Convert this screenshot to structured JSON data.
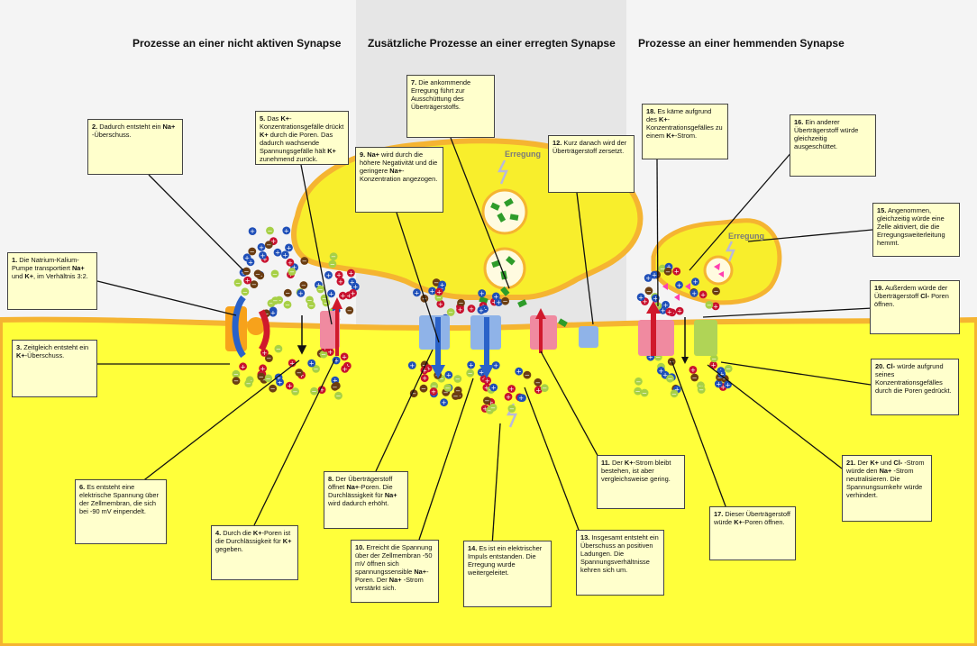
{
  "headings": {
    "inactive": "Prozesse an einer nicht aktiven Synapse",
    "excited": "Zusätzliche Prozesse an einer erregten Synapse",
    "inhibitory": "Prozesse an einer hemmenden Synapse"
  },
  "labels": {
    "erregung_main": "Erregung",
    "erregung_small": "Erregung"
  },
  "colors": {
    "yellow": "#f7ee2a",
    "cytoplasm": "#ffff44",
    "orange_border": "#f5b431",
    "cleft": "#e9e9e9",
    "potassium_channel": "#f08aa0",
    "sodium_channel": "#8fb3e8",
    "pump": "#f7a21b",
    "arrow_red": "#d0192c",
    "arrow_blue": "#2a62c9",
    "transmitter": "#2e9c2a",
    "transmitter_inhibitory": "#ff3fb0",
    "ion_plus_red": "#c8102e",
    "ion_plus_blue": "#1f4fb8",
    "ion_minus": "#a7d046",
    "ion_minus_brown": "#6b3d12"
  },
  "notes": [
    {
      "id": "n1",
      "num": "1.",
      "text": "Die Natrium-Kalium-Pumpe transportiert ",
      "b1": "Na+",
      "t2": " und ",
      "b2": "K+",
      "t3": ", im Verhältnis 3:2."
    },
    {
      "id": "n2",
      "num": "2.",
      "text": "Dadurch entsteht ein ",
      "b1": "Na+",
      "t2": " -Überschuss."
    },
    {
      "id": "n3",
      "num": "3.",
      "text": "Zeitgleich entsteht ein ",
      "b1": "K+",
      "t2": "-Überschuss."
    },
    {
      "id": "n4",
      "num": "4.",
      "text": "Durch die ",
      "b1": "K+",
      "t2": "-Poren ist die Durchlässigkeit für ",
      "b2": "K+",
      "t3": " gegeben."
    },
    {
      "id": "n5",
      "num": "5.",
      "text": "Das ",
      "b1": "K+",
      "t2": "-Konzentrationsgefälle drückt ",
      "b2": "K+",
      "t3": " durch die Poren. Das dadurch wachsende Spannungsgefälle hält ",
      "b3": "K+",
      "t4": " zunehmend zurück."
    },
    {
      "id": "n6",
      "num": "6.",
      "text": "Es entsteht eine elektrische Spannung über der Zellmembran, die sich bei -90 mV einpendelt."
    },
    {
      "id": "n7",
      "num": "7.",
      "text": "Die ankommende Erregung führt zur Ausschüttung des Überträgerstoffs."
    },
    {
      "id": "n8",
      "num": "8.",
      "text": "Der Überträgerstoff öffnet ",
      "b1": "Na+",
      "t2": "-Poren. Die Durchlässigkeit für ",
      "b2": "Na+",
      "t3": " wird dadurch erhöht."
    },
    {
      "id": "n9",
      "num": "9.",
      "text": "",
      "b1": "Na+",
      "t2": " wird durch die höhere Negativität und die geringere ",
      "b2": "Na+",
      "t3": "-Konzentration angezogen."
    },
    {
      "id": "n10",
      "num": "10.",
      "text": "Erreicht die Spannung über der Zellmembran -50 mV öffnen sich spannungssensible ",
      "b1": "Na+",
      "t2": "-Poren. Der ",
      "b2": "Na+",
      "t3": " -Strom verstärkt sich."
    },
    {
      "id": "n11",
      "num": "11.",
      "text": "Der ",
      "b1": "K+",
      "t2": "-Strom bleibt bestehen, ist aber vergleichsweise gering."
    },
    {
      "id": "n12",
      "num": "12.",
      "text": "Kurz danach wird der Überträgerstoff zersetzt."
    },
    {
      "id": "n13",
      "num": "13.",
      "text": "Insgesamt  entsteht ein Überschuss an positiven Ladungen. Die Spannungsverhältnisse kehren sich um."
    },
    {
      "id": "n14",
      "num": "14.",
      "text": "Es ist ein elektrischer Impuls entstanden. Die Erregung wurde weitergeleitet."
    },
    {
      "id": "n15",
      "num": "15.",
      "text": "Angenommen, gleichzeitig würde eine Zelle aktiviert, die die Erregungsweiterleitung hemmt."
    },
    {
      "id": "n16",
      "num": "16.",
      "text": "Ein anderer Überträgerstoff würde gleichzeitig ausgeschüttet."
    },
    {
      "id": "n17",
      "num": "17.",
      "text": "Dieser Überträgerstoff würde ",
      "b1": "K+",
      "t2": "-Poren öffnen."
    },
    {
      "id": "n18",
      "num": "18.",
      "text": "Es käme aufgrund des ",
      "b1": "K+",
      "t2": "-Konzentrationsgefälles zu einem ",
      "b2": "K+",
      "t3": "-Strom."
    },
    {
      "id": "n19",
      "num": "19.",
      "text": "Außerdem würde der Überträgerstoff ",
      "b1": "Cl-",
      "t2": " Poren öffnen."
    },
    {
      "id": "n20",
      "num": "20.",
      "text": "",
      "b1": "Cl-",
      "t2": " würde aufgrund seines Konzentrationsgefälles durch die Poren gedrückt."
    },
    {
      "id": "n21",
      "num": "21.",
      "text": "Der ",
      "b1": "K+",
      "t2": " und ",
      "b2": "Cl-",
      "t3": " -Strom würde den ",
      "b3": "Na+",
      "t4": " -Strom neutralisieren. Die Spannungsumkehr würde verhindert."
    }
  ]
}
